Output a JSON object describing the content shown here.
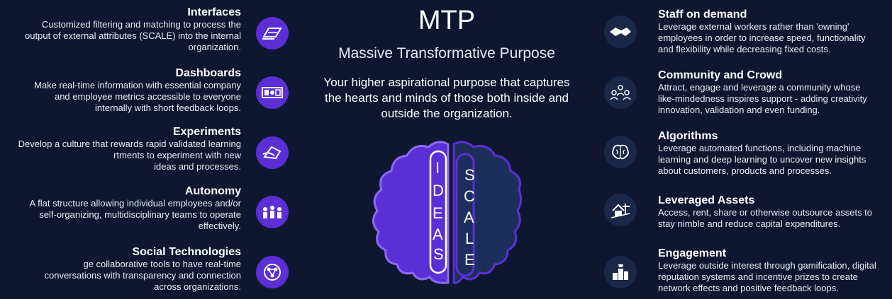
{
  "center": {
    "title": "MTP",
    "subtitle": "Massive Transformative Purpose",
    "purpose": "Your higher aspirational purpose that captures the hearts and minds of those both inside and outside the organization."
  },
  "brain": {
    "left_letters": [
      "I",
      "D",
      "E",
      "A",
      "S"
    ],
    "right_letters": [
      "S",
      "C",
      "A",
      "L",
      "E"
    ],
    "left_color": "#5b2fd6",
    "right_color": "#1b2f5a"
  },
  "left_items": [
    {
      "title": "Interfaces",
      "desc_lines": [
        "Customized filtering and matching to process the",
        "output of external attributes (SCALE) into the internal",
        "organization."
      ],
      "icon": "interfaces-icon"
    },
    {
      "title": "Dashboards",
      "desc_lines": [
        "Make real-time information with essential company",
        "and employee metrics accessible to everyone",
        "internally with short feedback loops."
      ],
      "icon": "dashboard-icon"
    },
    {
      "title": "Experiments",
      "desc_lines": [
        "Develop a culture that rewards rapid validated learning",
        "rtments to experiment with new",
        "ideas and processes."
      ],
      "icon": "experiments-icon"
    },
    {
      "title": "Autonomy",
      "desc_lines": [
        "A flat structure allowing individual employees and/or",
        "self-organizing, multidisciplinary teams to operate",
        "effectively."
      ],
      "icon": "team-icon"
    },
    {
      "title": "Social Technologies",
      "desc_lines": [
        "ge collaborative tools to have real-time",
        "conversations with transparency and connection",
        "across organizations."
      ],
      "icon": "globe-icon"
    }
  ],
  "right_items": [
    {
      "title": "Staff on demand",
      "desc_lines": [
        "Leverage external workers rather than 'owning'",
        "employees in order to increase speed, functionality",
        "and flexibility while decreasing fixed costs."
      ],
      "icon": "handshake-icon"
    },
    {
      "title": "Community and Crowd",
      "desc_lines": [
        "Attract, engage and leverage a community whose",
        "like-mindedness inspires support - adding creativity",
        "innovation, validation and even funding."
      ],
      "icon": "crowd-icon"
    },
    {
      "title": "Algorithms",
      "desc_lines": [
        "Leverage automated functions, including machine",
        "learning and deep learning to uncover new insights",
        "about customers, products and processes."
      ],
      "icon": "brain-icon"
    },
    {
      "title": "Leveraged Assets",
      "desc_lines": [
        "Access, rent, share or otherwise outsource assets to",
        "stay nimble and reduce capital expenditures."
      ],
      "icon": "assets-icon"
    },
    {
      "title": "Engagement",
      "desc_lines": [
        "Leverage outside interest through gamification, digital",
        "reputation systems and incentive prizes to create",
        "network effects and positive feedback loops."
      ],
      "icon": "trophy-icon"
    }
  ]
}
